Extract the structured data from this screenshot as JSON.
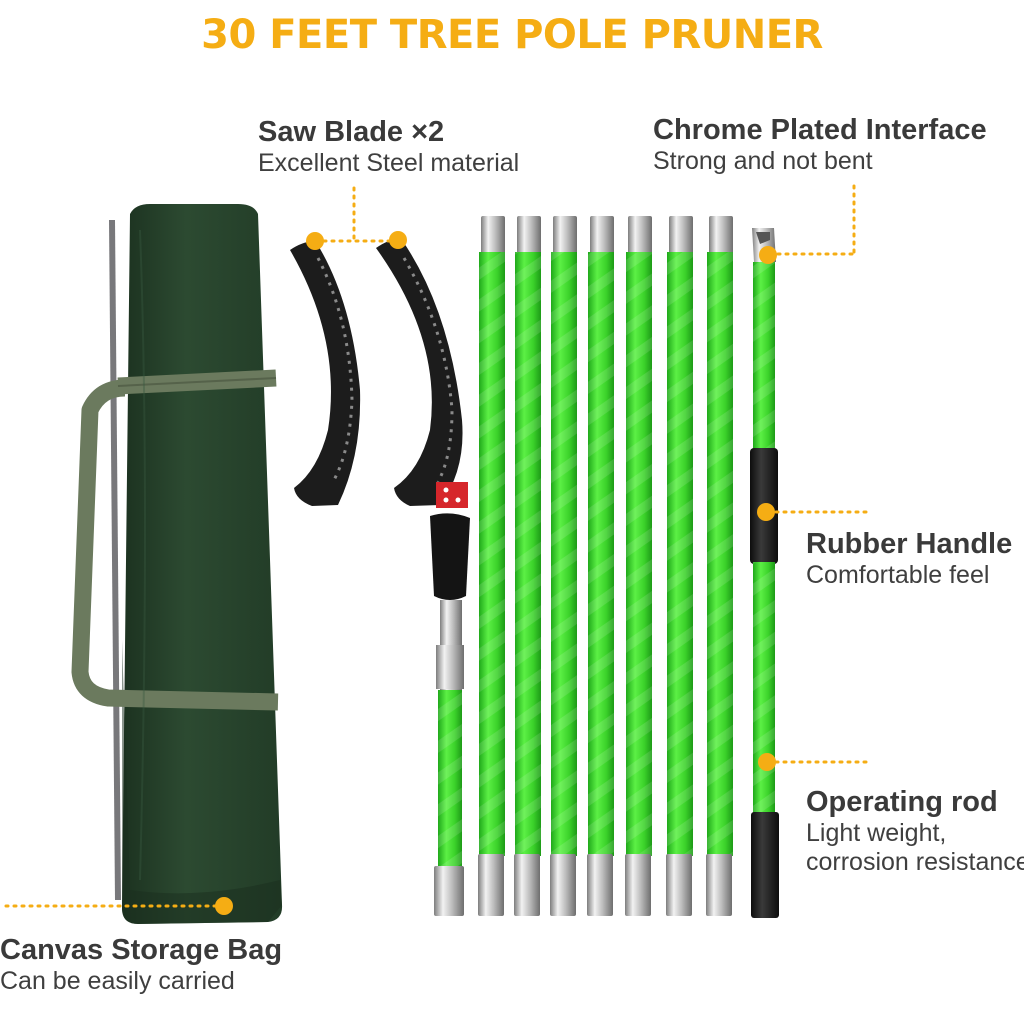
{
  "title": "30 FEET TREE POLE PRUNER",
  "colors": {
    "accent": "#f5ad14",
    "pole": "#3fdc2a",
    "bag": "#25402a",
    "text": "#333333"
  },
  "features": {
    "saw_blade": {
      "heading": "Saw Blade ×2",
      "sub": "Excellent Steel material"
    },
    "chrome_interface": {
      "heading": "Chrome Plated Interface",
      "sub": "Strong and not bent"
    },
    "rubber_handle": {
      "heading": "Rubber Handle",
      "sub": "Comfortable feel"
    },
    "operating_rod": {
      "heading": "Operating rod",
      "sub_line1": "Light weight,",
      "sub_line2": "corrosion resistance"
    },
    "storage_bag": {
      "heading": "Canvas Storage Bag",
      "sub": "Can be easily carried"
    }
  }
}
